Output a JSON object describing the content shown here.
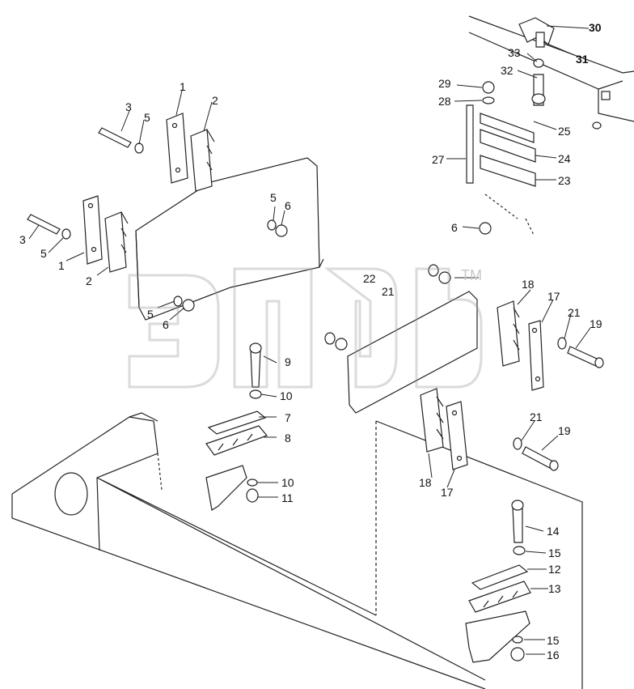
{
  "watermark": {
    "text": "эпф",
    "trademark": "TM"
  },
  "callouts": [
    {
      "id": "c1a",
      "text": "1"
    },
    {
      "id": "c2a",
      "text": "2"
    },
    {
      "id": "c3a",
      "text": "3"
    },
    {
      "id": "c5a",
      "text": "5"
    },
    {
      "id": "c3b",
      "text": "3"
    },
    {
      "id": "c5b",
      "text": "5"
    },
    {
      "id": "c1b",
      "text": "1"
    },
    {
      "id": "c2b",
      "text": "2"
    },
    {
      "id": "c5c",
      "text": "5"
    },
    {
      "id": "c6c",
      "text": "6"
    },
    {
      "id": "c5d",
      "text": "5"
    },
    {
      "id": "c6d",
      "text": "6"
    },
    {
      "id": "c9",
      "text": "9"
    },
    {
      "id": "c10a",
      "text": "10"
    },
    {
      "id": "c7",
      "text": "7"
    },
    {
      "id": "c8",
      "text": "8"
    },
    {
      "id": "c10b",
      "text": "10"
    },
    {
      "id": "c11",
      "text": "11"
    },
    {
      "id": "c22",
      "text": "22"
    },
    {
      "id": "c21a",
      "text": "21"
    },
    {
      "id": "c18a",
      "text": "18"
    },
    {
      "id": "c17a",
      "text": "17"
    },
    {
      "id": "c21b",
      "text": "21"
    },
    {
      "id": "c19a",
      "text": "19"
    },
    {
      "id": "c18b",
      "text": "18"
    },
    {
      "id": "c17b",
      "text": "17"
    },
    {
      "id": "c21c",
      "text": "21"
    },
    {
      "id": "c19b",
      "text": "19"
    },
    {
      "id": "c14",
      "text": "14"
    },
    {
      "id": "c15a",
      "text": "15"
    },
    {
      "id": "c12",
      "text": "12"
    },
    {
      "id": "c13",
      "text": "13"
    },
    {
      "id": "c15b",
      "text": "15"
    },
    {
      "id": "c16",
      "text": "16"
    },
    {
      "id": "c30",
      "text": "30"
    },
    {
      "id": "c31",
      "text": "31"
    },
    {
      "id": "c33",
      "text": "33"
    },
    {
      "id": "c32",
      "text": "32"
    },
    {
      "id": "c29",
      "text": "29"
    },
    {
      "id": "c28",
      "text": "28"
    },
    {
      "id": "c25",
      "text": "25"
    },
    {
      "id": "c27",
      "text": "27"
    },
    {
      "id": "c24",
      "text": "24"
    },
    {
      "id": "c23",
      "text": "23"
    },
    {
      "id": "c6e",
      "text": "6"
    }
  ]
}
